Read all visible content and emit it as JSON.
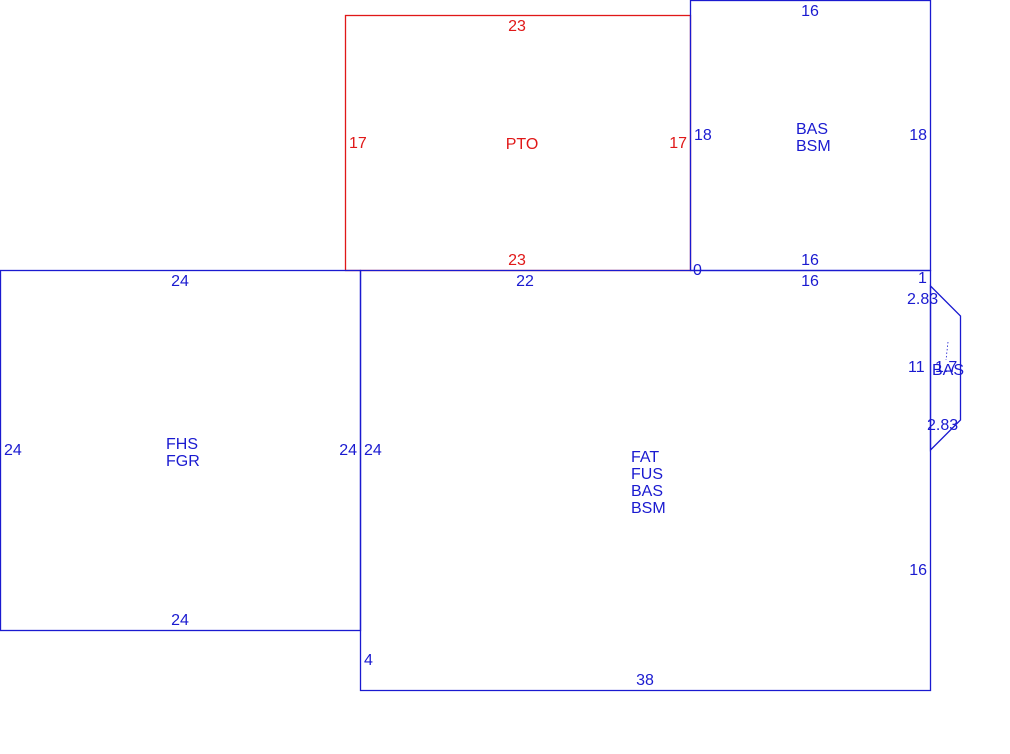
{
  "colors": {
    "outline_blue": "#1a1ad0",
    "outline_red": "#e01818"
  },
  "areas": {
    "pto": {
      "label": "PTO",
      "dims": {
        "top": "23",
        "left": "17",
        "right": "17",
        "bottom": "23"
      }
    },
    "upper_bas": {
      "labels": [
        "BAS",
        "BSM"
      ],
      "dims": {
        "top": "16",
        "left": "18",
        "right": "18",
        "bottom": "16",
        "corner": "0"
      }
    },
    "garage": {
      "labels": [
        "FHS",
        "FGR"
      ],
      "dims": {
        "top": "24",
        "left": "24",
        "right": "24",
        "bottom": "24"
      }
    },
    "main": {
      "labels": [
        "FAT",
        "FUS",
        "BAS",
        "BSM"
      ],
      "dims": {
        "top_left": "22",
        "top_right": "16",
        "corner": "1",
        "left": "24",
        "right": "16",
        "step": "4",
        "bottom": "38"
      }
    },
    "bay": {
      "label": "BAS",
      "dims": {
        "upper_diag": "2.83",
        "left": "11",
        "right": "1.7",
        "lower_diag": "2.83"
      }
    }
  }
}
